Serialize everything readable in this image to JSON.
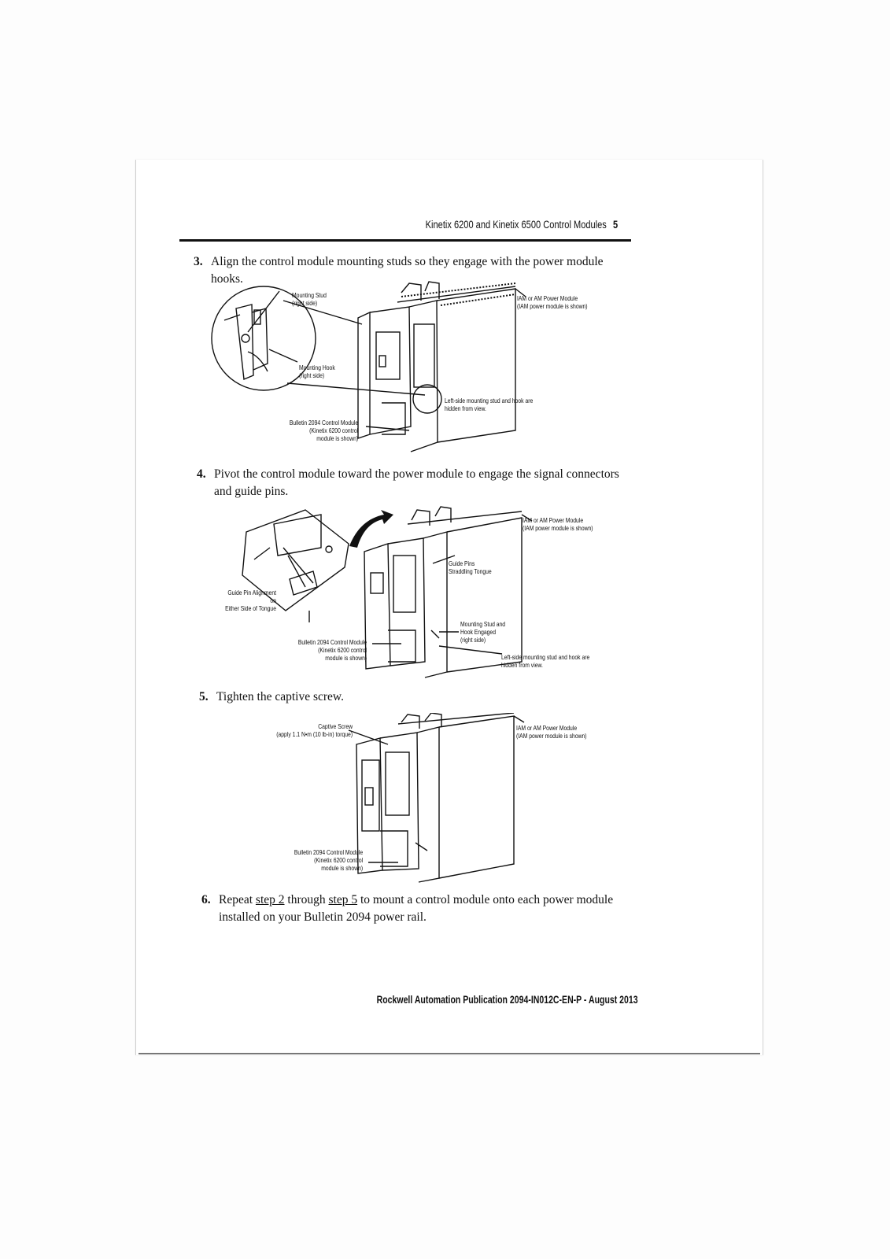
{
  "header": {
    "title": "Kinetix 6200 and Kinetix 6500 Control Modules",
    "page_number": "5"
  },
  "steps": [
    {
      "number": "3.",
      "text": "Align the control module mounting studs so they engage with the power module hooks.",
      "callouts": {
        "mounting_stud": "Mounting Stud\n(right side)",
        "mounting_hook": "Mounting Hook\n(right side)",
        "power_module": "IAM or AM Power Module\n(IAM power module is shown)",
        "left_side": "Left-side mounting stud and hook are\nhidden from view.",
        "control_module": "Bulletin 2094 Control Module\n(Kinetix 6200 control\nmodule is shown)"
      }
    },
    {
      "number": "4.",
      "text": "Pivot the control module toward the power module to engage the signal connectors and guide pins.",
      "callouts": {
        "power_module": "IAM or AM Power Module\n(IAM power module is shown)",
        "guide_pins": "Guide Pins\nStraddling Tongue",
        "guide_pin_alignment": "Guide Pin Alignment on\nEither Side of Tongue",
        "stud_hook_engaged": "Mounting Stud and\nHook Engaged\n(right side)",
        "control_module": "Bulletin 2094 Control Module\n(Kinetix 6200 control\nmodule is shown)",
        "left_side": "Left-side mounting stud and hook are\nhidden from view."
      }
    },
    {
      "number": "5.",
      "text": "Tighten the captive screw.",
      "callouts": {
        "captive_screw": "Captive Screw\n(apply 1.1 N•m (10 lb-in) torque)",
        "power_module": "IAM or AM Power Module\n(IAM power module is shown)",
        "control_module": "Bulletin 2094 Control Module\n(Kinetix 6200 control\nmodule is shown)"
      }
    },
    {
      "number": "6.",
      "text_before_link1": "Repeat ",
      "link1": "step 2",
      "text_between": " through ",
      "link2": "step 5",
      "text_after": " to mount a control module onto each power module installed on your Bulletin 2094 power rail."
    }
  ],
  "footer": {
    "publication": "Rockwell Automation Publication 2094-IN012C-EN-P - August 2013"
  }
}
